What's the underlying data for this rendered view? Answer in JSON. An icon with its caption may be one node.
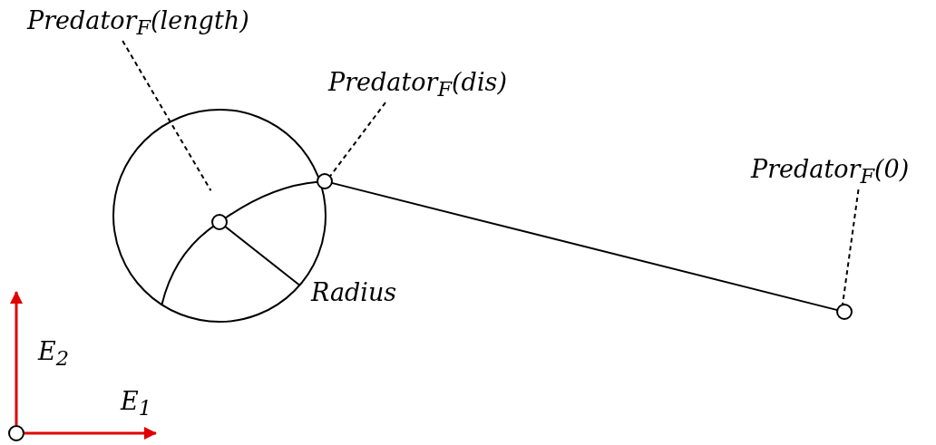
{
  "diagram": {
    "nodes": [
      {
        "text": [
          "Predator$_{F}$(length)"
        ]
      },
      {
        "text": [
          "Predator$_{F}$(dis)"
        ]
      },
      {
        "text": [
          "Predator$_{F}$(0)"
        ]
      },
      {
        "text": [],
        "shape": "circle"
      },
      {
        "text": [],
        "shape": "circle",
        "in": 3
      },
      {
        "text": [],
        "shape": "circle"
      },
      {
        "text": [],
        "shape": "circle"
      },
      {
        "text": [],
        "shape": "circle"
      }
    ],
    "edges": [
      {
        "from": 0,
        "to": 3,
        "arrow": "none",
        "style": "dashed"
      },
      {
        "from": 1,
        "to": 5,
        "arrow": "none",
        "style": "dashed"
      },
      {
        "from": 2,
        "to": 6,
        "arrow": "none",
        "style": "dashed"
      },
      {
        "from": 3,
        "to": 4,
        "arrow": "none"
      },
      {
        "from": 4,
        "to": 5,
        "arrow": "none"
      },
      {
        "from": 4,
        "to": 3,
        "arrow": "none"
      },
      {
        "from": 5,
        "to": 6,
        "arrow": "none"
      }
    ],
    "labels": [
      "Radius",
      "E$_{2}$",
      "E$_{1}$"
    ]
  }
}
